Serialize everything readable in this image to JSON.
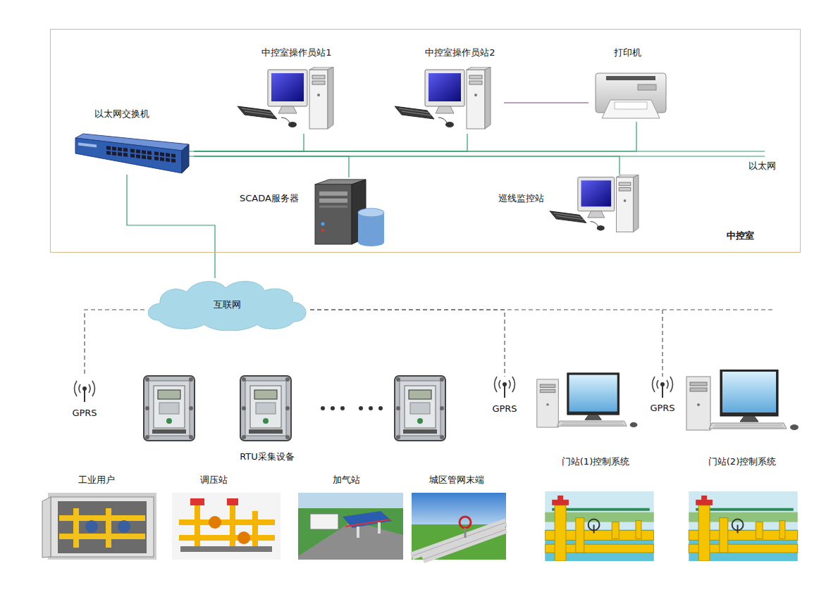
{
  "diagram": {
    "nodes": [
      {
        "text": [
          "中控室"
        ]
      },
      {
        "text": [
          "以太网交换机"
        ],
        "in": 0
      },
      {
        "text": [
          "中控室操作员站1"
        ],
        "in": 0
      },
      {
        "text": [
          "中控室操作员站2"
        ],
        "in": 0
      },
      {
        "text": [
          "打印机"
        ],
        "in": 0
      },
      {
        "text": [
          "SCADA服务器"
        ],
        "in": 0
      },
      {
        "text": [
          "巡线监控站"
        ],
        "in": 0
      },
      {
        "text": [
          "互联网"
        ]
      },
      {
        "text": [
          "GPRS"
        ]
      },
      {
        "text": [
          "RTU采集设备"
        ]
      },
      {
        "text": [
          "GPRS"
        ]
      },
      {
        "text": [
          "门站(1)控制系统"
        ]
      },
      {
        "text": [
          "GPRS"
        ]
      },
      {
        "text": [
          "门站(2)控制系统"
        ]
      },
      {
        "text": [
          "工业用户"
        ]
      },
      {
        "text": [
          "调压站"
        ]
      },
      {
        "text": [
          "加气站"
        ]
      },
      {
        "text": [
          "城区管网末端"
        ]
      }
    ],
    "edges": [
      {
        "from": 1,
        "to": 2,
        "arrow": "none"
      },
      {
        "from": 1,
        "to": 3,
        "arrow": "none"
      },
      {
        "from": 1,
        "to": 4,
        "arrow": "none"
      },
      {
        "from": 1,
        "to": 5,
        "arrow": "none"
      },
      {
        "from": 1,
        "to": 6,
        "arrow": "none"
      },
      {
        "from": 3,
        "to": 4,
        "arrow": "none"
      },
      {
        "from": 1,
        "to": 7,
        "arrow": "none"
      },
      {
        "from": 7,
        "to": 8,
        "arrow": "none"
      },
      {
        "from": 7,
        "to": 10,
        "arrow": "none"
      },
      {
        "from": 7,
        "to": 12,
        "arrow": "none"
      }
    ],
    "labels": [
      "以太网"
    ]
  }
}
